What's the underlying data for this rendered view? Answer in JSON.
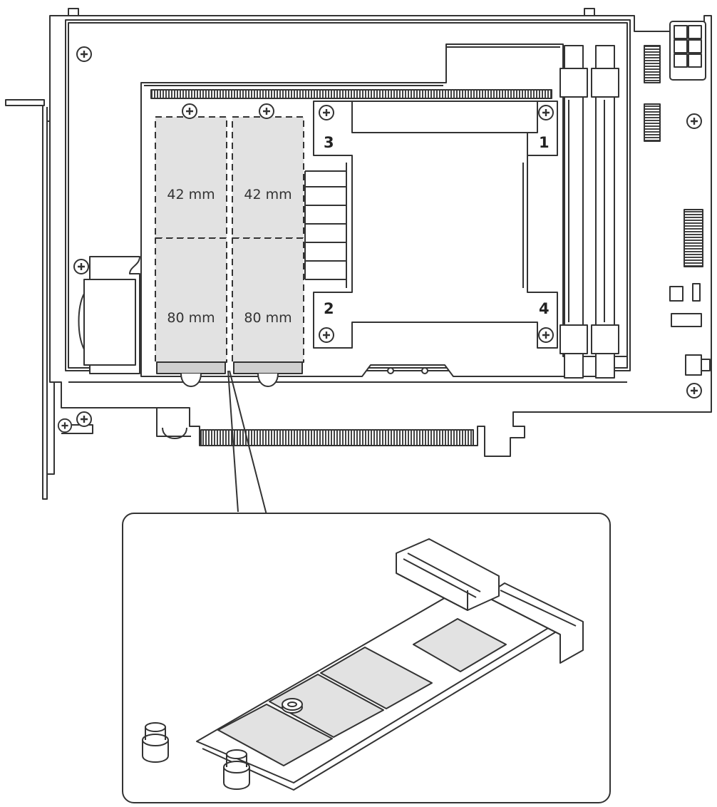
{
  "colors": {
    "line": "#333333",
    "slot_fill": "#e2e2e2",
    "background": "#ffffff"
  },
  "slots": {
    "top_left": "42 mm",
    "top_right": "42 mm",
    "bottom_left": "80 mm",
    "bottom_right": "80 mm"
  },
  "bay_corners": {
    "top_left": "3",
    "top_right": "1",
    "bottom_left": "2",
    "bottom_right": "4"
  },
  "icons": {
    "screw": "screw-icon",
    "standoff": "standoff-icon"
  }
}
